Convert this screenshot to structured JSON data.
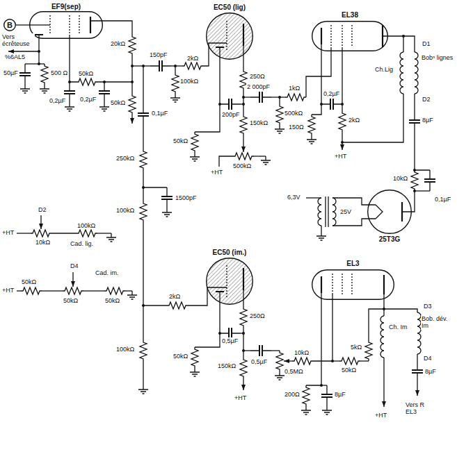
{
  "diagram": {
    "nodes": [
      {
        "text": [
          "B"
        ]
      },
      {
        "text": [
          "EF9(sep)"
        ]
      },
      {
        "text": [
          "EC50 (lig)"
        ]
      },
      {
        "text": [
          "EL38"
        ]
      },
      {
        "text": [
          "25T3G"
        ]
      },
      {
        "text": [
          "EC50 (im.)"
        ]
      },
      {
        "text": [
          "EL3"
        ]
      }
    ],
    "edges": [
      {
        "from": 0,
        "to": 1,
        "arrow": "none"
      }
    ],
    "labels": [
      "Vers écrêteuse",
      "%6AL5",
      "50µF",
      "500 Ω",
      "0,2µF",
      "50kΩ",
      "0,2µF",
      "20kΩ",
      "50kΩ",
      "150pF",
      "0,1µF",
      "2kΩ",
      "100kΩ",
      "250kΩ",
      "1500pF",
      "100kΩ",
      "250Ω",
      "2 000pF",
      "200pF",
      "150kΩ",
      "50kΩ",
      "500kΩ",
      "+HT",
      "500kΩ",
      "1kΩ",
      "150Ω",
      "0,2µF",
      "2kΩ",
      "+HT",
      "Ch.Lig",
      "D1",
      "Bobⁿ lignes",
      "D2",
      "8µF",
      "10kΩ",
      "0,1µF",
      "6,3V",
      "25V",
      "D2",
      "+HT",
      "10kΩ",
      "100kΩ",
      "Cad. lig.",
      "D4",
      "+HT",
      "50kΩ",
      "50kΩ",
      "50kΩ",
      "Cad. im.",
      "2kΩ",
      "100kΩ",
      "50kΩ",
      "0,5µF",
      "250Ω",
      "0,5µF",
      "150kΩ",
      "+HT",
      "0,5MΩ",
      "10kΩ",
      "50kΩ",
      "5kΩ",
      "Ch. Im",
      "200Ω",
      "8µF",
      "+HT",
      "D3",
      "Bob. dév. Im",
      "D4",
      "8µF",
      "Vers R EL3"
    ]
  }
}
